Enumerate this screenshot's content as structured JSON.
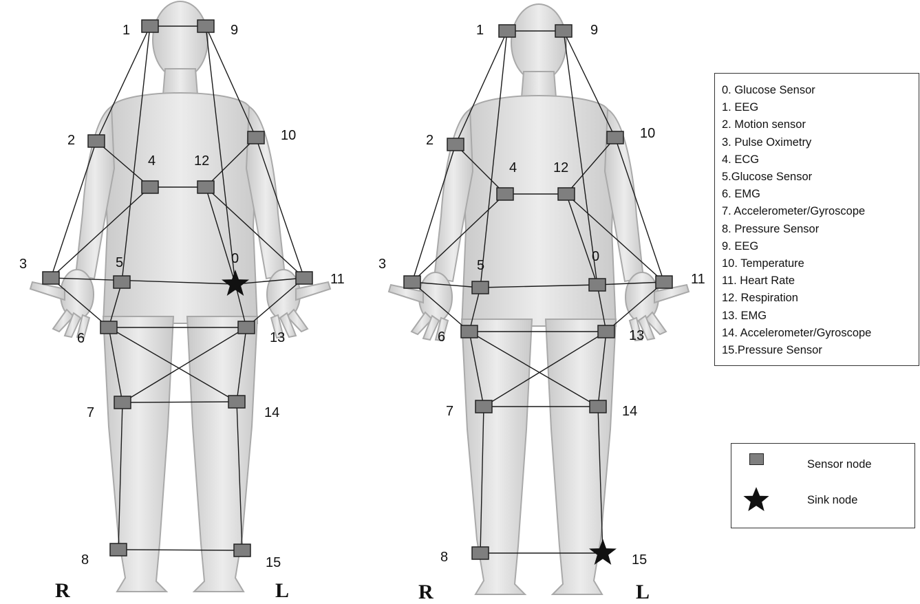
{
  "diagrams": [
    {
      "side_labels": {
        "right": "R",
        "left": "L"
      },
      "sink_node": "0",
      "nodes": [
        {
          "id": "1",
          "label": "1"
        },
        {
          "id": "9",
          "label": "9"
        },
        {
          "id": "2",
          "label": "2"
        },
        {
          "id": "10",
          "label": "10"
        },
        {
          "id": "4",
          "label": "4"
        },
        {
          "id": "12",
          "label": "12"
        },
        {
          "id": "3",
          "label": "3"
        },
        {
          "id": "5",
          "label": "5"
        },
        {
          "id": "0",
          "label": "0"
        },
        {
          "id": "11",
          "label": "11"
        },
        {
          "id": "6",
          "label": "6"
        },
        {
          "id": "13",
          "label": "13"
        },
        {
          "id": "7",
          "label": "7"
        },
        {
          "id": "14",
          "label": "14"
        },
        {
          "id": "8",
          "label": "8"
        },
        {
          "id": "15",
          "label": "15"
        }
      ],
      "links": [
        [
          "1",
          "9"
        ],
        [
          "1",
          "2"
        ],
        [
          "1",
          "5"
        ],
        [
          "9",
          "0"
        ],
        [
          "9",
          "10"
        ],
        [
          "2",
          "4"
        ],
        [
          "2",
          "3"
        ],
        [
          "10",
          "12"
        ],
        [
          "10",
          "11"
        ],
        [
          "4",
          "12"
        ],
        [
          "4",
          "3"
        ],
        [
          "12",
          "11"
        ],
        [
          "12",
          "0"
        ],
        [
          "3",
          "0"
        ],
        [
          "3",
          "6"
        ],
        [
          "0",
          "11"
        ],
        [
          "5",
          "6"
        ],
        [
          "0",
          "13"
        ],
        [
          "11",
          "13"
        ],
        [
          "6",
          "13"
        ],
        [
          "6",
          "7"
        ],
        [
          "6",
          "14"
        ],
        [
          "13",
          "7"
        ],
        [
          "13",
          "14"
        ],
        [
          "7",
          "14"
        ],
        [
          "7",
          "8"
        ],
        [
          "14",
          "15"
        ],
        [
          "8",
          "15"
        ]
      ]
    },
    {
      "side_labels": {
        "right": "R",
        "left": "L"
      },
      "sink_node": "15",
      "nodes": [
        {
          "id": "1",
          "label": "1"
        },
        {
          "id": "9",
          "label": "9"
        },
        {
          "id": "2",
          "label": "2"
        },
        {
          "id": "10",
          "label": "10"
        },
        {
          "id": "4",
          "label": "4"
        },
        {
          "id": "12",
          "label": "12"
        },
        {
          "id": "3",
          "label": "3"
        },
        {
          "id": "5",
          "label": "5"
        },
        {
          "id": "0",
          "label": "0"
        },
        {
          "id": "11",
          "label": "11"
        },
        {
          "id": "6",
          "label": "6"
        },
        {
          "id": "13",
          "label": "13"
        },
        {
          "id": "7",
          "label": "7"
        },
        {
          "id": "14",
          "label": "14"
        },
        {
          "id": "8",
          "label": "8"
        },
        {
          "id": "15",
          "label": "15"
        }
      ],
      "links": [
        [
          "1",
          "9"
        ],
        [
          "1",
          "2"
        ],
        [
          "1",
          "5"
        ],
        [
          "9",
          "0"
        ],
        [
          "9",
          "10"
        ],
        [
          "2",
          "4"
        ],
        [
          "2",
          "3"
        ],
        [
          "10",
          "12"
        ],
        [
          "10",
          "11"
        ],
        [
          "4",
          "12"
        ],
        [
          "4",
          "3"
        ],
        [
          "12",
          "11"
        ],
        [
          "12",
          "0"
        ],
        [
          "3",
          "5"
        ],
        [
          "5",
          "0"
        ],
        [
          "0",
          "11"
        ],
        [
          "3",
          "6"
        ],
        [
          "5",
          "6"
        ],
        [
          "0",
          "13"
        ],
        [
          "11",
          "13"
        ],
        [
          "6",
          "13"
        ],
        [
          "6",
          "7"
        ],
        [
          "6",
          "14"
        ],
        [
          "13",
          "7"
        ],
        [
          "13",
          "14"
        ],
        [
          "7",
          "14"
        ],
        [
          "7",
          "8"
        ],
        [
          "14",
          "15"
        ],
        [
          "8",
          "15"
        ]
      ]
    }
  ],
  "sensor_legend": [
    "0. Glucose Sensor",
    "1. EEG",
    "2. Motion sensor",
    "3. Pulse Oximetry",
    "4. ECG",
    "5.Glucose Sensor",
    "6. EMG",
    "7. Accelerometer/Gyroscope",
    "8. Pressure Sensor",
    "9. EEG",
    "10. Temperature",
    "11. Heart Rate",
    "12. Respiration",
    "13. EMG",
    "14. Accelerometer/Gyroscope",
    "15.Pressure Sensor"
  ],
  "node_legend": {
    "sensor_label": "Sensor node",
    "sink_label": "Sink node"
  },
  "colors": {
    "body_fill": "#e2e2e2",
    "body_edge": "#a9a9a9",
    "sensor_fill": "#7f7f7f",
    "link": "#1a1a1a",
    "sink": "#111111"
  }
}
